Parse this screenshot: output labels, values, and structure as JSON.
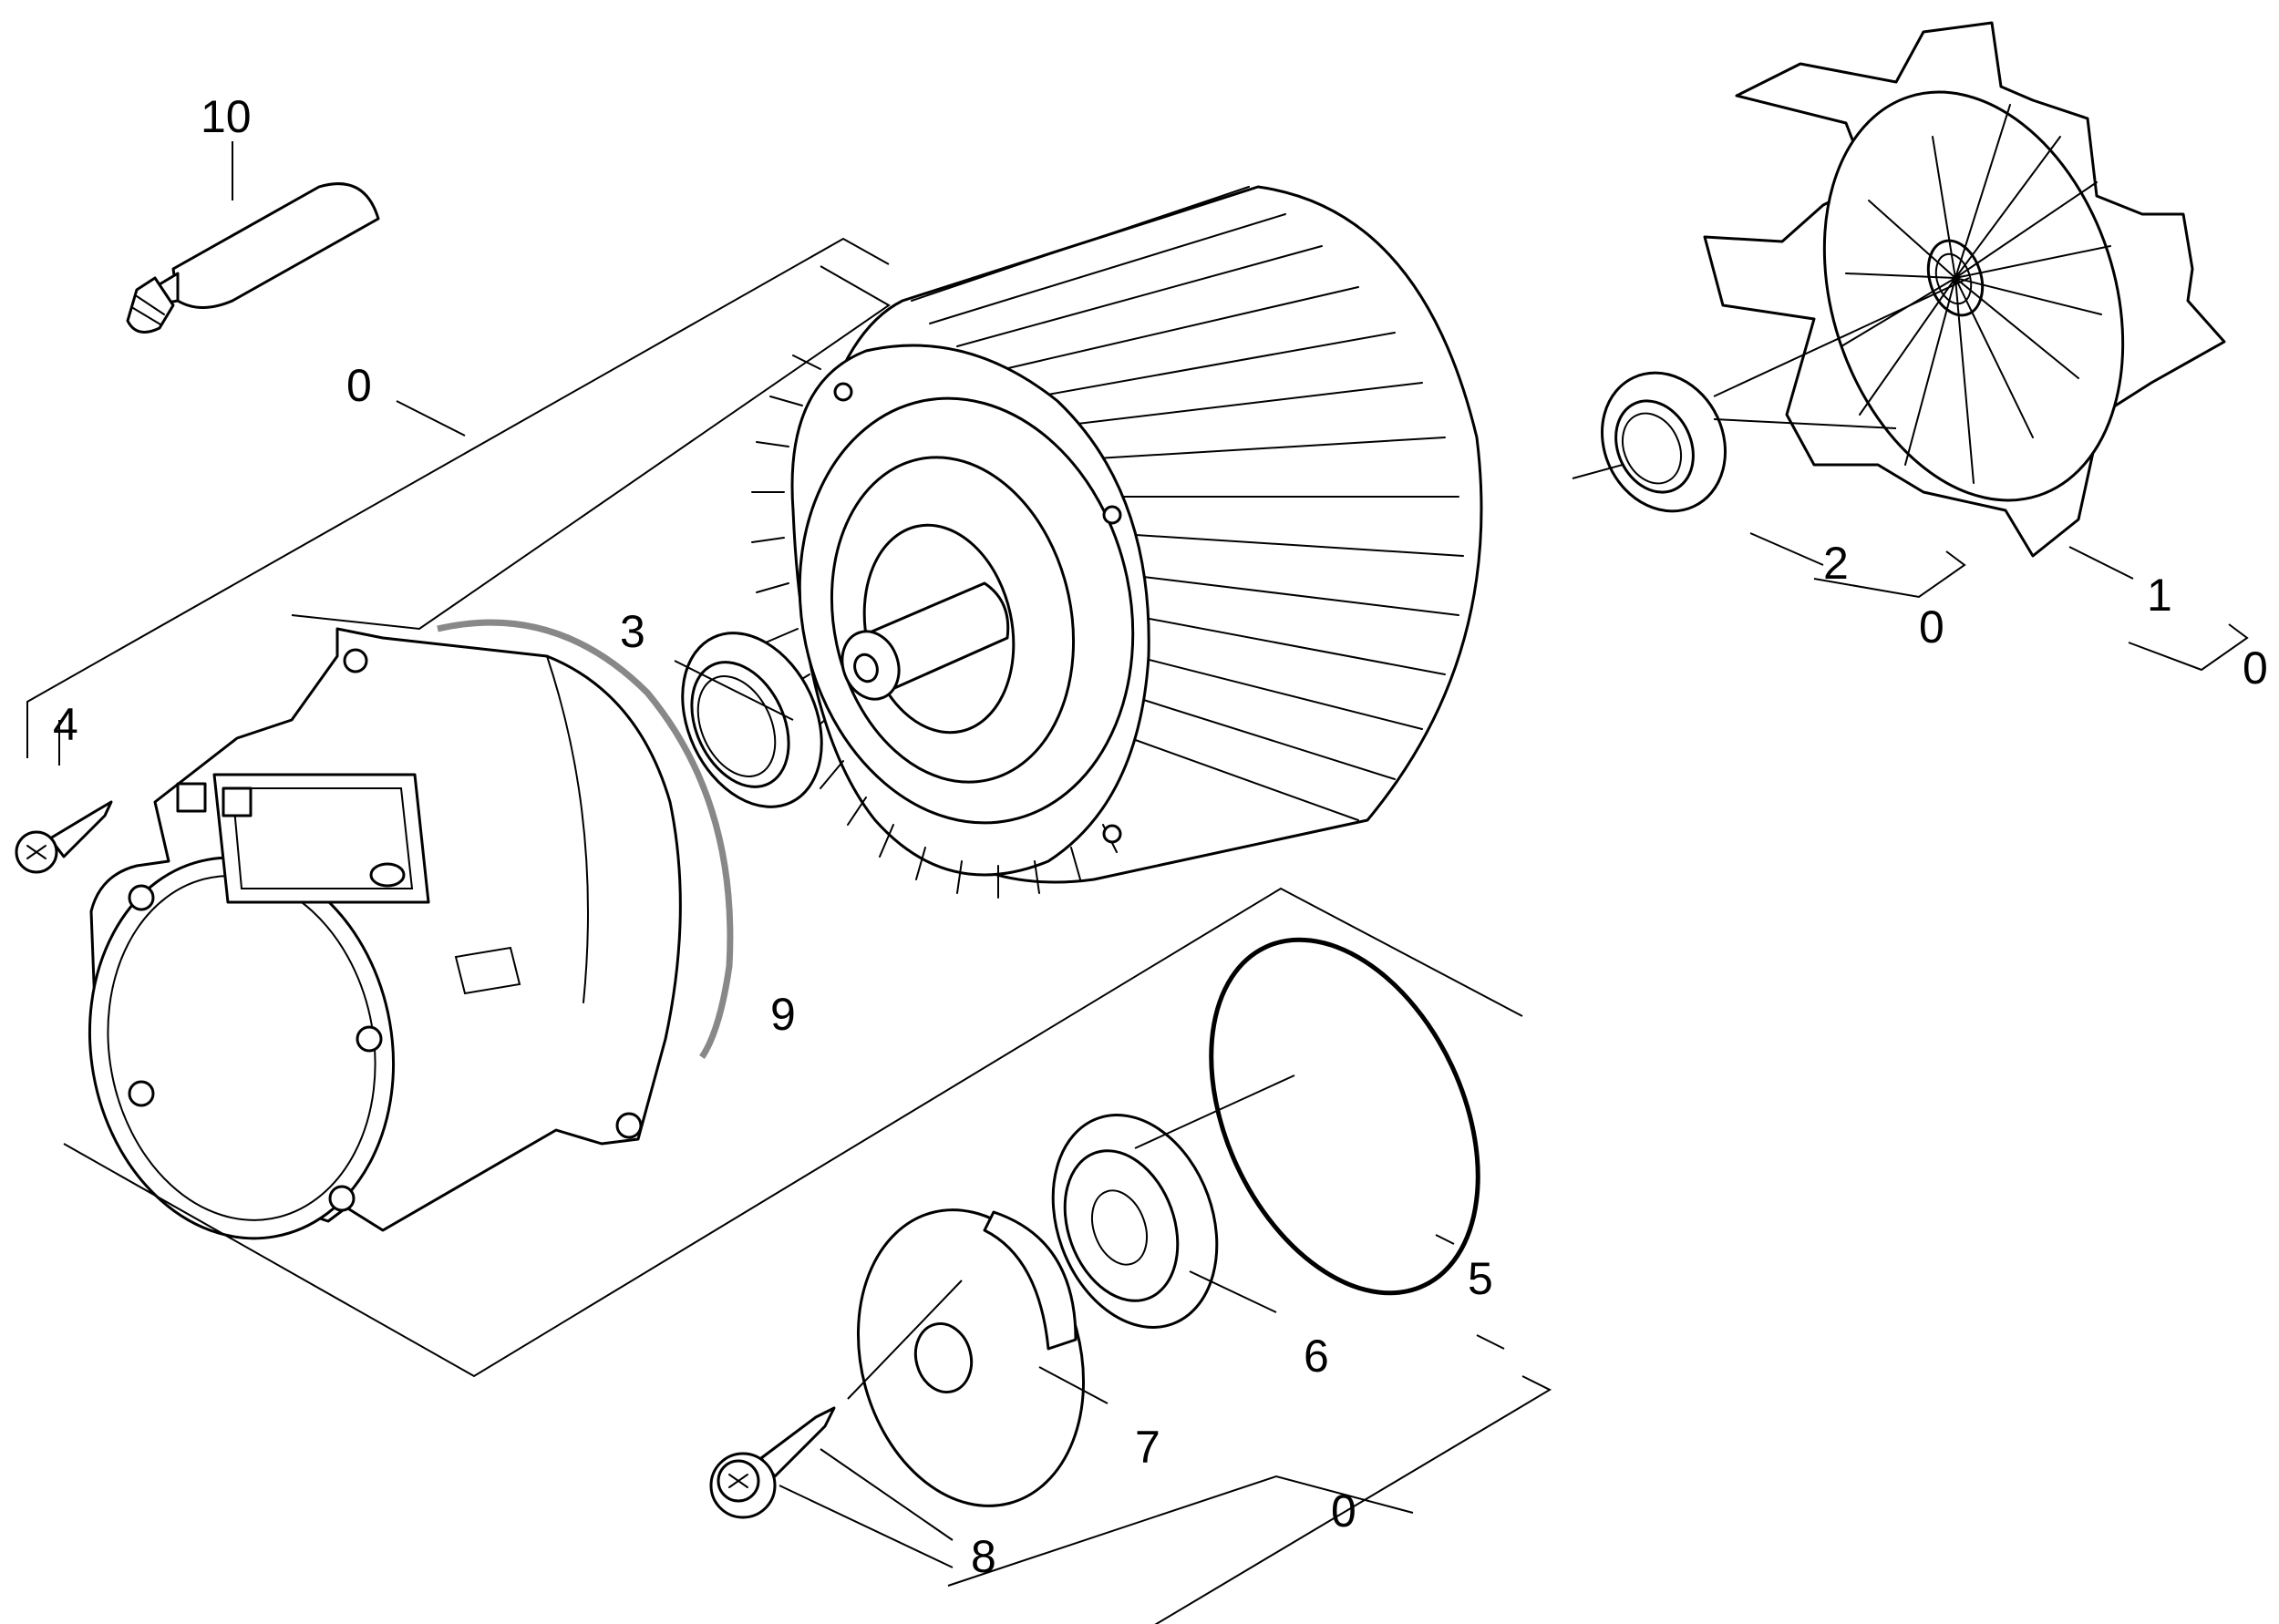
{
  "diagram": {
    "callouts": {
      "c1": "1",
      "c2": "2",
      "c3": "3",
      "c4": "4",
      "c5": "5",
      "c6": "6",
      "c7": "7",
      "c8": "8",
      "c9": "9",
      "c10": "10",
      "c0_housing": "0",
      "c0_bearing": "0",
      "c0_fan": "0",
      "c0_endcap": "0"
    }
  }
}
